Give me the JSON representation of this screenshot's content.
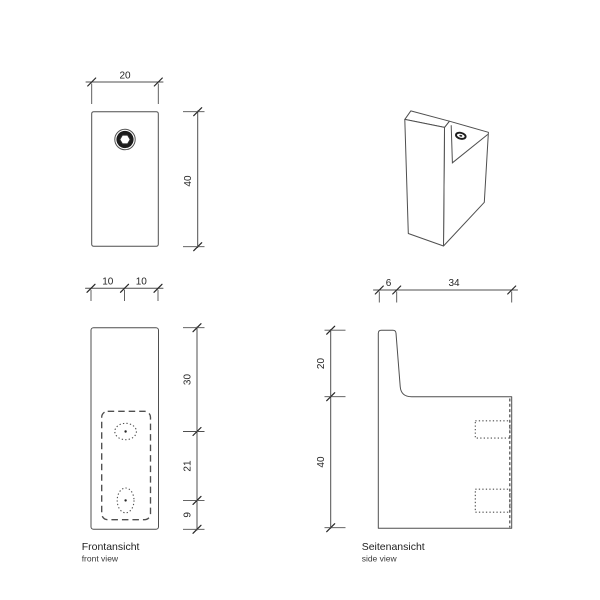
{
  "views": {
    "top": {
      "dim_width": "20",
      "dim_height": "40"
    },
    "front": {
      "title": "Frontansicht",
      "subtitle": "front view",
      "dim_half_left": "10",
      "dim_half_right": "10",
      "dim_seg_top": "30",
      "dim_seg_mid": "21",
      "dim_seg_bottom": "9"
    },
    "side": {
      "title": "Seitenansicht",
      "subtitle": "side view",
      "dim_front_depth": "6",
      "dim_back_depth": "34",
      "dim_upper_height": "20",
      "dim_lower_height": "40"
    }
  },
  "colors": {
    "line": "#4f4f4f",
    "text": "#262626",
    "background": "#ffffff",
    "screw_fill": "#1c1c1c"
  }
}
